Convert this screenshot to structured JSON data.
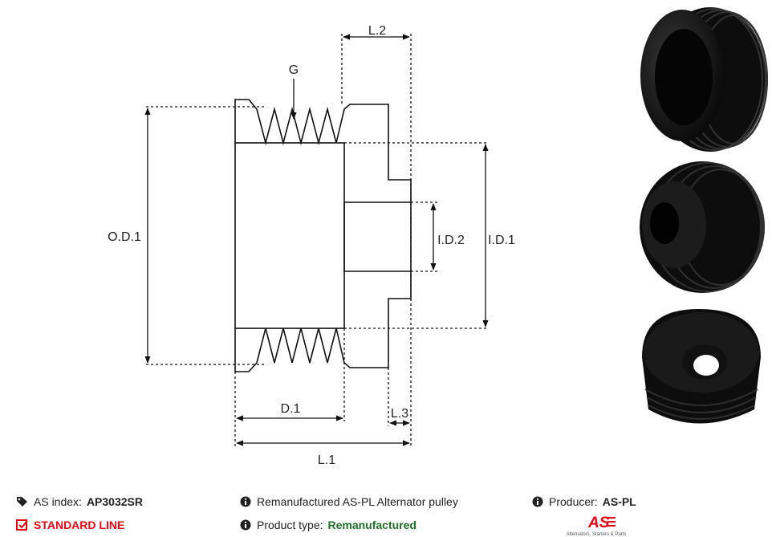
{
  "diagram": {
    "labels": {
      "l2": "L.2",
      "g": "G",
      "od1": "O.D.1",
      "id2": "I.D.2",
      "id1": "I.D.1",
      "d1": "D.1",
      "l3": "L.3",
      "l1": "L.1"
    }
  },
  "info": {
    "as_index_label": "AS index:",
    "as_index_value": "AP3032SR",
    "line_label": "STANDARD LINE",
    "description": "Remanufactured AS-PL Alternator pulley",
    "product_type_label": "Product type:",
    "product_type_value": "Remanufactured",
    "producer_label": "Producer:",
    "producer_value": "AS-PL"
  },
  "logo": {
    "text": "AS",
    "subtitle": "Alternators, Starters & Parts"
  },
  "colors": {
    "accent_red": "#e30613",
    "green": "#1f6e25",
    "pulley_black": "#111111"
  }
}
